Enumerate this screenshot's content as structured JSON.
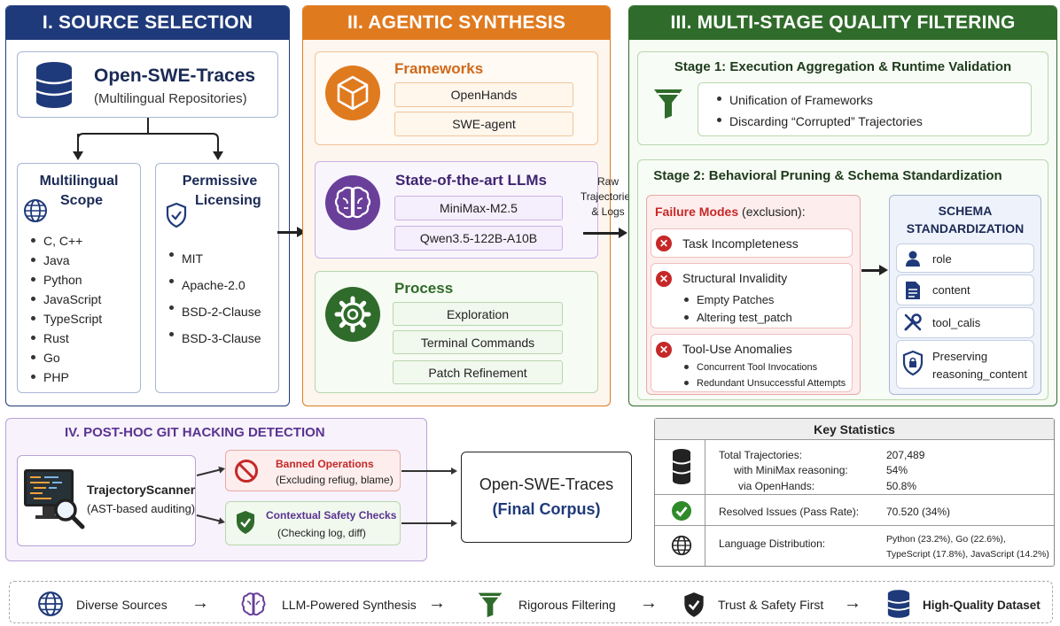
{
  "source": {
    "title": "I. SOURCE SELECTION",
    "corpus_name": "Open-SWE-Traces",
    "corpus_sub": "(Multilingual Repositories)",
    "scope_title_1": "Multilingual",
    "scope_title_2": "Scope",
    "languages": [
      "C, C++",
      "Java",
      "Python",
      "JavaScript",
      "TypeScript",
      "Rust",
      "Go",
      "PHP"
    ],
    "licensing_title_1": "Permissive",
    "licensing_title_2": "Licensing",
    "licenses": [
      "MIT",
      "Apache-2.0",
      "BSD-2-Clause",
      "BSD-3-Clause"
    ]
  },
  "synthesis": {
    "title": "II. AGENTIC SYNTHESIS",
    "frameworks_title": "Frameworks",
    "frameworks": [
      "OpenHands",
      "SWE-agent"
    ],
    "llms_title": "State-of-the-art LLMs",
    "llms": [
      "MiniMax-M2.5",
      "Qwen3.5-122B-A10B"
    ],
    "process_title": "Process",
    "process": [
      "Exploration",
      "Terminal Commands",
      "Patch Refinement"
    ]
  },
  "connector": {
    "line1": "Raw",
    "line2": "Trajectories",
    "line3": "& Logs"
  },
  "filtering": {
    "title": "III. MULTI-STAGE QUALITY FILTERING",
    "stage1_title": "Stage 1:  Execution Aggregation & Runtime Validation",
    "stage1_items": [
      "Unification of Frameworks",
      "Discarding “Corrupted” Trajectories"
    ],
    "stage2_title": "Stage 2:  Behavioral Pruning & Schema Standardization",
    "failure_title": "Failure Modes",
    "failure_suffix": " (exclusion):",
    "failure_1": "Task Incompleteness",
    "failure_2": "Structural Invalidity",
    "failure_2_items": [
      "Empty Patches",
      "Altering test_patch"
    ],
    "failure_3": "Tool-Use Anomalies",
    "failure_3_items": [
      "Concurrent Tool Invocations",
      "Redundant Unsuccessful Attempts"
    ],
    "schema_title_1": "SCHEMA",
    "schema_title_2": "STANDARDIZATION",
    "schema_fields": [
      "role",
      "content",
      "tool_calis"
    ],
    "schema_last_1": "Preserving",
    "schema_last_2": "reasoning_content"
  },
  "posthoc": {
    "title": "IV. POST-HOC GIT HACKING DETECTION",
    "scanner_name": "TrajectoryScanner",
    "scanner_sub": "(AST-based auditing)",
    "banned_title": "Banned Operations",
    "banned_sub": "(Excluding refiug, blame)",
    "safety_title": "Contextual Safety Checks",
    "safety_sub": "(Checking log, diff)",
    "final_1": "Open-SWE-Traces",
    "final_2": "(Final Corpus)"
  },
  "stats": {
    "title": "Key Statistics",
    "total_label": "Total Trajectories:",
    "total_value": "207,489",
    "minimax_label": "with MiniMax reasoning:",
    "minimax_value": "54%",
    "openhands_label": "via OpenHands:",
    "openhands_value": "50.8%",
    "resolved_label": "Resolved Issues (Pass Rate):",
    "resolved_value": "70.520 (34%)",
    "lang_label": "Language Distribution:",
    "lang_value_1": "Python (23.2%), Go (22.6%),",
    "lang_value_2": "TypeScript (17.8%), JavaScript (14.2%)"
  },
  "footer": {
    "items": [
      "Diverse Sources",
      "LLM-Powered Synthesis",
      "Rigorous Filtering",
      "Trust & Safety First",
      "High-Quality Dataset"
    ],
    "arrow": "→"
  },
  "colors": {
    "navy": "#1f3a7a",
    "orange": "#e07a1f",
    "green": "#2f6b2a",
    "purple": "#6a3f9a",
    "red": "#c62828"
  },
  "icons": [
    "database-icon",
    "globe-icon",
    "shield-check-icon",
    "cube-icon",
    "brain-icon",
    "gear-icon",
    "funnel-icon",
    "x-circle-icon",
    "user-icon",
    "document-icon",
    "wrench-icon",
    "shield-lock-icon",
    "terminal-magnifier-icon",
    "ban-icon",
    "checkmark-icon"
  ]
}
